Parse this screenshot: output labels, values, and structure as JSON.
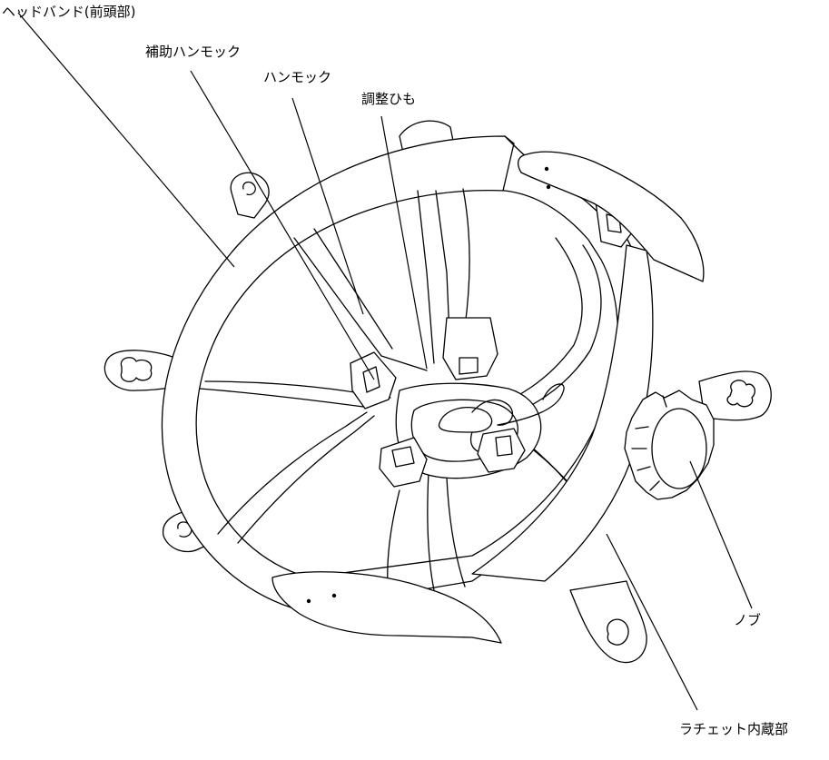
{
  "labels": {
    "headband": "ヘッドバンド(前頭部)",
    "aux_hammock": "補助ハンモック",
    "hammock": "ハンモック",
    "adjust_cord": "調整ひも",
    "knob": "ノブ",
    "ratchet": "ラチェット内蔵部"
  }
}
